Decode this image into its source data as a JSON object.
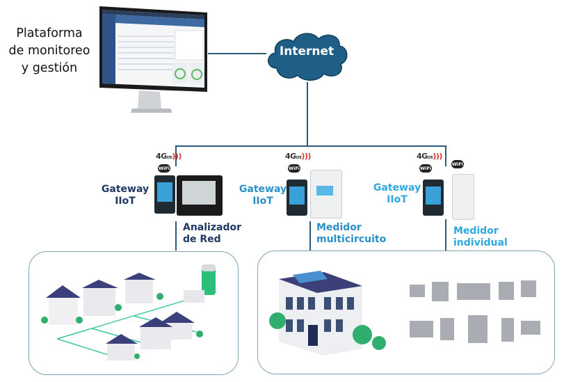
{
  "platform": {
    "label_lines": [
      "Plataforma",
      "de monitoreo",
      "y gestión"
    ]
  },
  "cloud": {
    "label": "Internet",
    "color": "#1f5f85"
  },
  "nodes": [
    {
      "gateway_label_lines": [
        "Gateway",
        "IIoT"
      ],
      "device_label_lines": [
        "Analizador",
        "de Red"
      ],
      "color": "#1f3864",
      "badges": [
        "4G LTE",
        "WiFi"
      ]
    },
    {
      "gateway_label_lines": [
        "Gateway",
        "IIoT"
      ],
      "device_label_lines": [
        "Medidor",
        "multicircuito"
      ],
      "color": "#2a8fc9",
      "badges": [
        "4G LTE",
        "WiFi"
      ]
    },
    {
      "gateway_label_lines": [
        "Gateway",
        "IIoT"
      ],
      "device_label_lines": [
        "Medidor",
        "individual"
      ],
      "color": "#2fa8de",
      "badges": [
        "4G LTE",
        "WiFi",
        "WiFi"
      ]
    }
  ],
  "badges": {
    "lte": "4G",
    "lte_sub": "LTE",
    "wifi": "WiFi"
  },
  "scenes": [
    {
      "name": "residential-grid",
      "description": "Houses with solar panels, battery storage connected by grid lines"
    },
    {
      "name": "commercial-building",
      "description": "Office building with solar panels and industrial equipment"
    }
  ]
}
